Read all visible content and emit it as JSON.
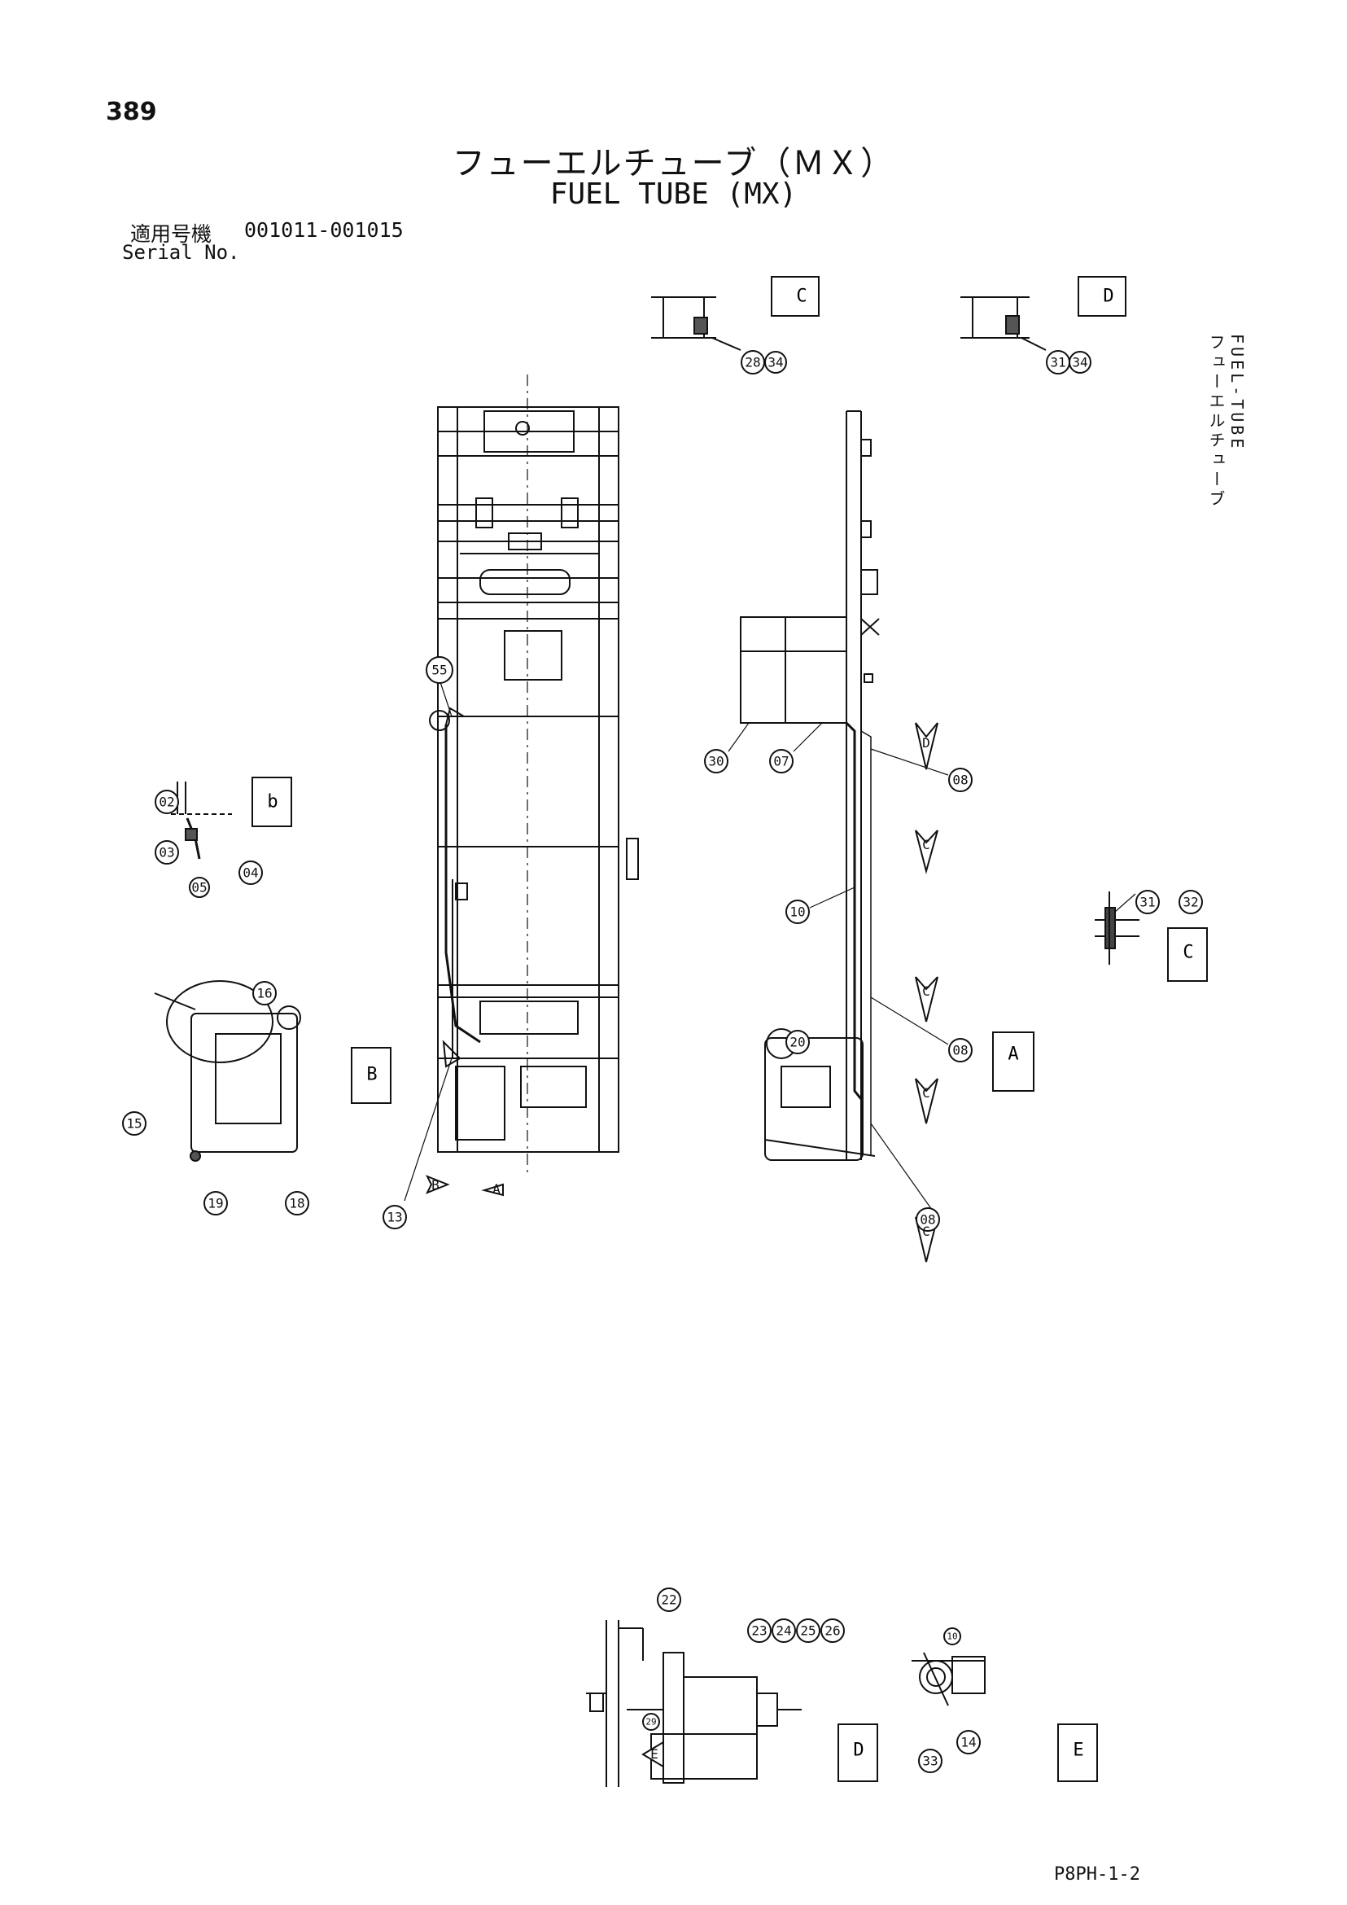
{
  "header": {
    "page_number": "389",
    "title_jp": "フューエルチューブ（ＭＸ）",
    "title_en": "FUEL TUBE (MX)",
    "serial_label_jp": "適用号機",
    "serial_range": "001011-001015",
    "serial_label_en": "Serial No."
  },
  "side_label": {
    "jp": "フューエルチューブ",
    "en": "FUEL-TUBE"
  },
  "footer": {
    "code": "P8PH-1-2"
  },
  "views": {
    "section_c": "C",
    "section_d": "D",
    "detail_b": "b",
    "detail_c": "C",
    "section_a": "A",
    "view_b": "B",
    "detail_d": "D",
    "section_e": "E"
  },
  "arrows": {
    "a": "A",
    "b": "B",
    "d": "D",
    "c1": "C",
    "c2": "C",
    "c3": "C",
    "c4": "C",
    "e": "E"
  },
  "callouts": {
    "c28": "28",
    "c34a": "34",
    "c31a": "31",
    "c34b": "34",
    "c55": "55",
    "c02": "02",
    "c03": "03",
    "c04": "04",
    "c05": "05",
    "c30": "30",
    "c07": "07",
    "c08a": "08",
    "c10": "10",
    "c31b": "31",
    "c32": "32",
    "c08b": "08",
    "c13": "13",
    "c16": "16",
    "c15": "15",
    "c19": "19",
    "c18": "18",
    "c20": "20",
    "c08c": "08",
    "c22": "22",
    "c23": "23",
    "c24": "24",
    "c25": "25",
    "c26": "26",
    "c29": "29",
    "c33": "33",
    "c14": "14",
    "c10b": "10"
  }
}
